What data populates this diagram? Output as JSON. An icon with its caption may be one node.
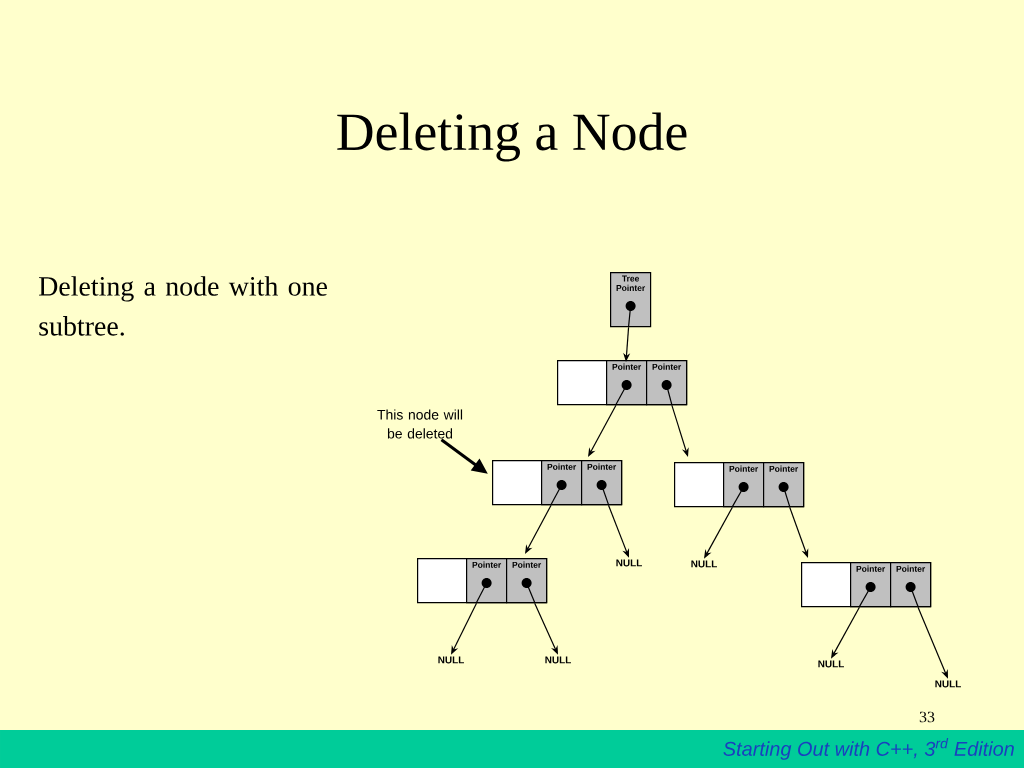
{
  "diagram": {
    "title": "Deleting a Node",
    "nodes": [
      {
        "text": [
          "Tree Pointer"
        ]
      },
      {
        "text": [],
        "shape": "box"
      },
      {
        "text": [
          "Pointer"
        ],
        "in": 1
      },
      {
        "text": [
          "Pointer"
        ],
        "in": 1
      },
      {
        "text": [
          "This node will be deleted"
        ]
      },
      {
        "text": [],
        "shape": "box"
      },
      {
        "text": [
          "Pointer"
        ],
        "in": 5
      },
      {
        "text": [
          "Pointer"
        ],
        "in": 5
      },
      {
        "text": [],
        "shape": "box"
      },
      {
        "text": [
          "Pointer"
        ],
        "in": 8
      },
      {
        "text": [
          "Pointer"
        ],
        "in": 8
      },
      {
        "text": [],
        "shape": "box"
      },
      {
        "text": [
          "Pointer"
        ],
        "in": 11
      },
      {
        "text": [
          "Pointer"
        ],
        "in": 11
      },
      {
        "text": [
          "NULL"
        ]
      },
      {
        "text": [
          "NULL"
        ]
      },
      {
        "text": [],
        "shape": "box"
      },
      {
        "text": [
          "Pointer"
        ],
        "in": 16
      },
      {
        "text": [
          "Pointer"
        ],
        "in": 16
      },
      {
        "text": [
          "NULL"
        ]
      },
      {
        "text": [
          "NULL"
        ]
      },
      {
        "text": [
          "NULL"
        ]
      },
      {
        "text": [
          "NULL"
        ]
      }
    ],
    "edges": [
      {
        "from": 0,
        "to": 1,
        "arrow": "to"
      },
      {
        "from": 2,
        "to": 5,
        "arrow": "to"
      },
      {
        "from": 3,
        "to": 8,
        "arrow": "to"
      },
      {
        "from": 4,
        "to": 5,
        "arrow": "to",
        "style": "thick"
      },
      {
        "from": 6,
        "to": 11,
        "arrow": "to"
      },
      {
        "from": 7,
        "to": 14,
        "arrow": "to"
      },
      {
        "from": 9,
        "to": 15,
        "arrow": "to"
      },
      {
        "from": 10,
        "to": 16,
        "arrow": "to"
      },
      {
        "from": 12,
        "to": 19,
        "arrow": "to"
      },
      {
        "from": 13,
        "to": 20,
        "arrow": "to"
      },
      {
        "from": 17,
        "to": 21,
        "arrow": "to"
      },
      {
        "from": 18,
        "to": 22,
        "arrow": "to"
      }
    ],
    "labels": [
      "Deleting a node with one subtree.",
      "33",
      "Starting Out with C++, 3$^{rd}$ Edition"
    ]
  }
}
